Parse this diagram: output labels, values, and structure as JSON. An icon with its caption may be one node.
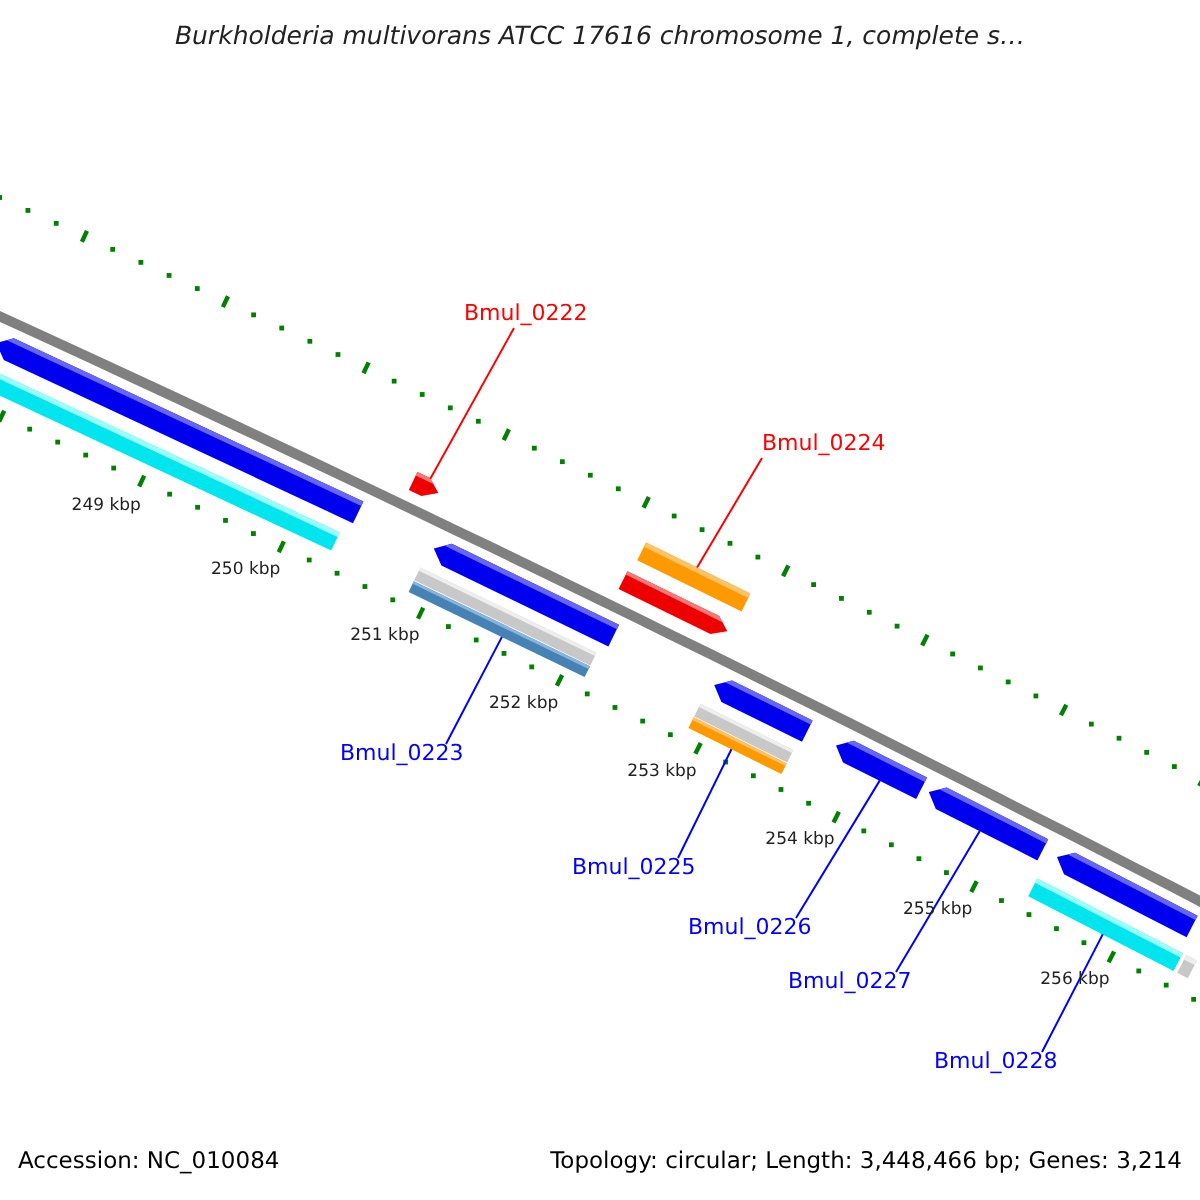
{
  "diagram": {
    "title": "Burkholderia multivorans ATCC 17616 chromosome 1, complete s…",
    "nodes": [
      {
        "text": [
          "Bmul_0222"
        ]
      },
      {
        "text": [
          "Bmul_0224"
        ]
      },
      {
        "text": [
          "Bmul_0223"
        ]
      },
      {
        "text": [
          "Bmul_0225"
        ]
      },
      {
        "text": [
          "Bmul_0226"
        ]
      },
      {
        "text": [
          "Bmul_0227"
        ]
      },
      {
        "text": [
          "Bmul_0228"
        ]
      },
      {
        "text": [],
        "shape": "arrow"
      },
      {
        "text": [],
        "shape": "bar"
      },
      {
        "text": [],
        "shape": "bar"
      },
      {
        "text": [],
        "shape": "bar"
      },
      {
        "text": [],
        "shape": "arrow"
      },
      {
        "text": [],
        "shape": "arrow"
      },
      {
        "text": [],
        "shape": "bar"
      },
      {
        "text": [],
        "shape": "arrow"
      },
      {
        "text": [],
        "shape": "bar"
      },
      {
        "text": [],
        "shape": "arrow"
      },
      {
        "text": [],
        "shape": "bar"
      },
      {
        "text": [],
        "shape": "arrow"
      },
      {
        "text": [],
        "shape": "arrow"
      },
      {
        "text": [],
        "shape": "bar"
      },
      {
        "text": [],
        "shape": "arrow"
      },
      {
        "text": [],
        "shape": "bar"
      }
    ],
    "edges": [
      {
        "from": 0,
        "to": 7,
        "arrow": "none",
        "color": "#ff0000"
      },
      {
        "from": 1,
        "to": 8,
        "arrow": "none",
        "color": "#ff0000"
      },
      {
        "from": 2,
        "to": 9,
        "arrow": "none"
      },
      {
        "from": 3,
        "to": 10,
        "arrow": "none"
      },
      {
        "from": 4,
        "to": 11,
        "arrow": "none"
      },
      {
        "from": 5,
        "to": 12,
        "arrow": "none"
      },
      {
        "from": 6,
        "to": 13,
        "arrow": "none"
      }
    ],
    "labels": [
      "249 kbp",
      "250 kbp",
      "251 kbp",
      "252 kbp",
      "253 kbp",
      "254 kbp",
      "255 kbp",
      "256 kbp",
      "Accession: NC_010084",
      "Topology: circular; Length: 3,448,466 bp; Genes: 3,214"
    ]
  }
}
